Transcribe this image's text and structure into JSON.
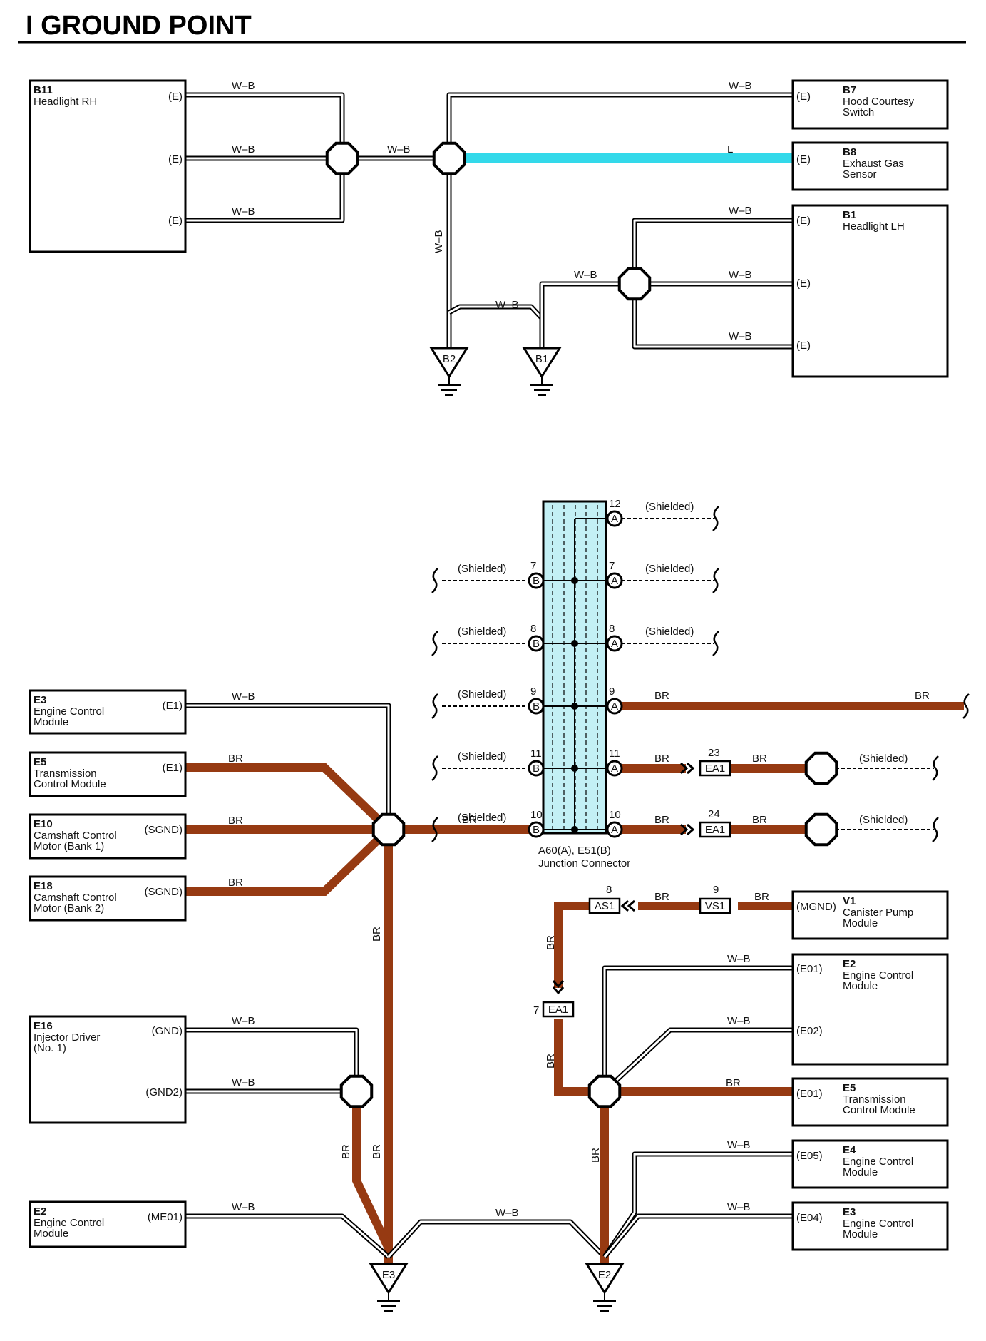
{
  "title": "I   GROUND POINT",
  "wire_colors": {
    "W-B": "#000000",
    "L": "#33d9ea",
    "BR": "#963a12",
    "shield": "#000000"
  },
  "components": [
    {
      "id": "B11",
      "name": "B11",
      "desc": [
        "Headlight RH"
      ],
      "pins": [
        "(E)",
        "(E)",
        "(E)"
      ]
    },
    {
      "id": "B7",
      "name": "B7",
      "desc": [
        "Hood Courtesy",
        "Switch"
      ],
      "pins": [
        "(E)"
      ]
    },
    {
      "id": "B8",
      "name": "B8",
      "desc": [
        "Exhaust Gas",
        "Sensor"
      ],
      "pins": [
        "(E)"
      ]
    },
    {
      "id": "B1",
      "name": "B1",
      "desc": [
        "Headlight LH"
      ],
      "pins": [
        "(E)",
        "(E)",
        "(E)"
      ]
    },
    {
      "id": "E3a",
      "name": "E3",
      "desc": [
        "Engine Control",
        "Module"
      ],
      "pins": [
        "(E1)"
      ]
    },
    {
      "id": "E5a",
      "name": "E5",
      "desc": [
        "Transmission",
        "Control Module"
      ],
      "pins": [
        "(E1)"
      ]
    },
    {
      "id": "E10",
      "name": "E10",
      "desc": [
        "Camshaft Control",
        "Motor (Bank 1)"
      ],
      "pins": [
        "(SGND)"
      ]
    },
    {
      "id": "E18",
      "name": "E18",
      "desc": [
        "Camshaft Control",
        "Motor (Bank 2)"
      ],
      "pins": [
        "(SGND)"
      ]
    },
    {
      "id": "E16",
      "name": "E16",
      "desc": [
        "Injector Driver",
        "(No. 1)"
      ],
      "pins": [
        "(GND)",
        "(GND2)"
      ]
    },
    {
      "id": "E2a",
      "name": "E2",
      "desc": [
        "Engine Control",
        "Module"
      ],
      "pins": [
        "(ME01)"
      ]
    },
    {
      "id": "V1",
      "name": "V1",
      "desc": [
        "Canister Pump",
        "Module"
      ],
      "pins": [
        "(MGND)"
      ]
    },
    {
      "id": "E2b",
      "name": "E2",
      "desc": [
        "Engine Control",
        "Module"
      ],
      "pins": [
        "(E01)",
        "(E02)"
      ]
    },
    {
      "id": "E5b",
      "name": "E5",
      "desc": [
        "Transmission",
        "Control Module"
      ],
      "pins": [
        "(E01)"
      ]
    },
    {
      "id": "E4",
      "name": "E4",
      "desc": [
        "Engine Control",
        "Module"
      ],
      "pins": [
        "(E05)"
      ]
    },
    {
      "id": "E3b",
      "name": "E3",
      "desc": [
        "Engine Control",
        "Module"
      ],
      "pins": [
        "(E04)"
      ]
    }
  ],
  "grounds": [
    "B2",
    "B1",
    "E3",
    "E2"
  ],
  "junction_connector": {
    "label": "A60(A), E51(B)",
    "sublabel": "Junction Connector"
  },
  "connector_letters": {
    "A": "A",
    "B": "B"
  },
  "pin_numbers": [
    "12",
    "7",
    "8",
    "9",
    "11",
    "10"
  ],
  "inline_connectors": {
    "ea1_top": {
      "label": "EA1",
      "pin": "23"
    },
    "ea1_bot": {
      "label": "EA1",
      "pin": "24"
    },
    "as1": {
      "label": "AS1",
      "pin": "8"
    },
    "vs1": {
      "label": "VS1",
      "pin": "9"
    },
    "ea1_v": {
      "label": "EA1",
      "pin": "7"
    }
  },
  "wire_labels": {
    "wb": "W–B",
    "l": "L",
    "br": "BR",
    "shielded": "(Shielded)"
  }
}
